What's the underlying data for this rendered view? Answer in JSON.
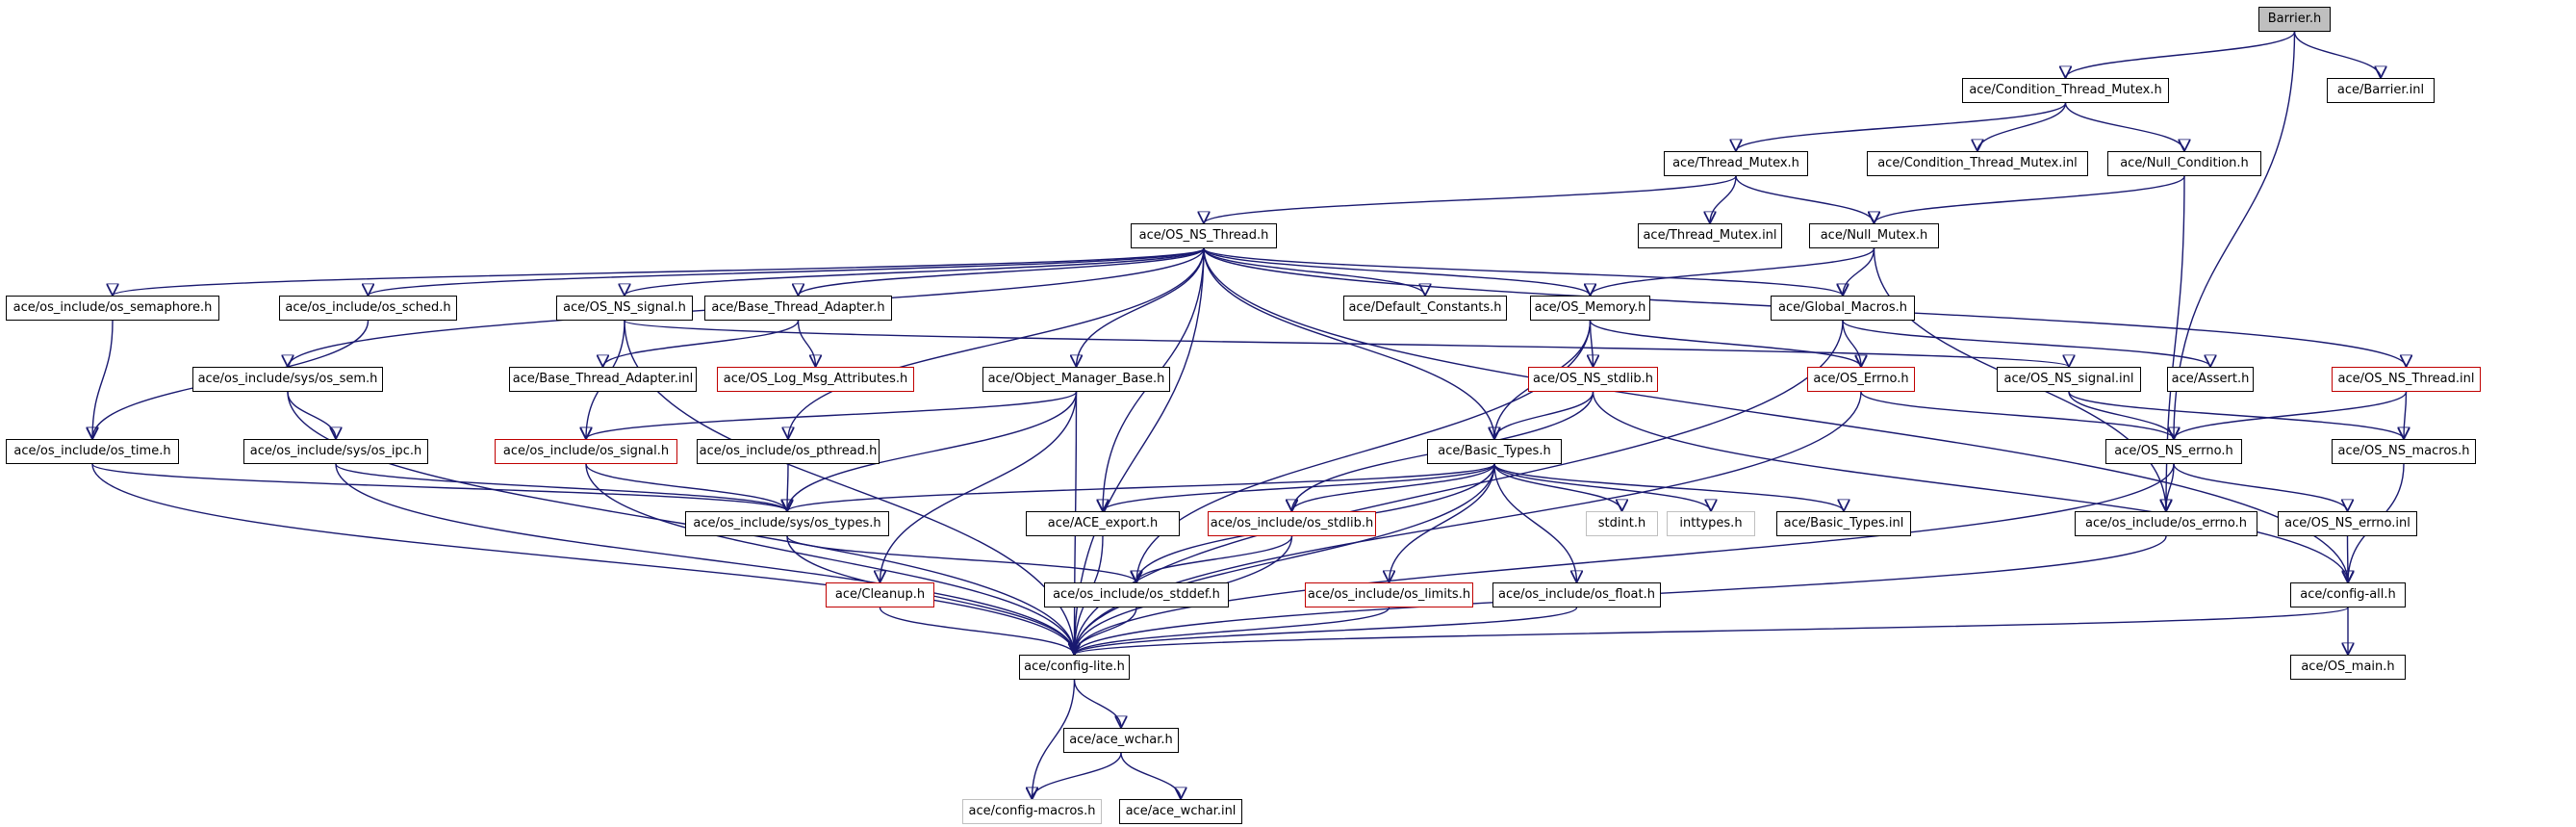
{
  "colors": {
    "edge": "#191970",
    "node_border": "#000000",
    "missing_node_border": "#c00000",
    "external_node_border": "#bfbfbf",
    "root_fill": "#bfbfbf"
  },
  "nodes": [
    {
      "id": "barrier_h",
      "label": "Barrier.h",
      "kind": "root"
    },
    {
      "id": "condition_thread_mutex_h",
      "label": "ace/Condition_Thread_Mutex.h",
      "kind": "normal"
    },
    {
      "id": "barrier_inl",
      "label": "ace/Barrier.inl",
      "kind": "normal"
    },
    {
      "id": "thread_mutex_h",
      "label": "ace/Thread_Mutex.h",
      "kind": "normal"
    },
    {
      "id": "condition_thread_mutex_inl",
      "label": "ace/Condition_Thread_Mutex.inl",
      "kind": "normal"
    },
    {
      "id": "null_condition_h",
      "label": "ace/Null_Condition.h",
      "kind": "normal"
    },
    {
      "id": "os_ns_thread_h",
      "label": "ace/OS_NS_Thread.h",
      "kind": "normal"
    },
    {
      "id": "thread_mutex_inl",
      "label": "ace/Thread_Mutex.inl",
      "kind": "normal"
    },
    {
      "id": "null_mutex_h",
      "label": "ace/Null_Mutex.h",
      "kind": "normal"
    },
    {
      "id": "os_semaphore_h",
      "label": "ace/os_include/os_semaphore.h",
      "kind": "normal"
    },
    {
      "id": "os_sched_h",
      "label": "ace/os_include/os_sched.h",
      "kind": "normal"
    },
    {
      "id": "os_ns_signal_h",
      "label": "ace/OS_NS_signal.h",
      "kind": "normal"
    },
    {
      "id": "base_thread_adapter_h",
      "label": "ace/Base_Thread_Adapter.h",
      "kind": "normal"
    },
    {
      "id": "default_constants_h",
      "label": "ace/Default_Constants.h",
      "kind": "normal"
    },
    {
      "id": "os_memory_h",
      "label": "ace/OS_Memory.h",
      "kind": "normal"
    },
    {
      "id": "global_macros_h",
      "label": "ace/Global_Macros.h",
      "kind": "normal"
    },
    {
      "id": "os_sem_h",
      "label": "ace/os_include/sys/os_sem.h",
      "kind": "normal"
    },
    {
      "id": "base_thread_adapter_inl",
      "label": "ace/Base_Thread_Adapter.inl",
      "kind": "normal"
    },
    {
      "id": "os_log_msg_attributes_h",
      "label": "ace/OS_Log_Msg_Attributes.h",
      "kind": "missing"
    },
    {
      "id": "object_manager_base_h",
      "label": "ace/Object_Manager_Base.h",
      "kind": "normal"
    },
    {
      "id": "os_ns_stdlib_h",
      "label": "ace/OS_NS_stdlib.h",
      "kind": "missing"
    },
    {
      "id": "os_errno_cap_h",
      "label": "ace/OS_Errno.h",
      "kind": "missing"
    },
    {
      "id": "os_ns_signal_inl",
      "label": "ace/OS_NS_signal.inl",
      "kind": "normal"
    },
    {
      "id": "assert_h",
      "label": "ace/Assert.h",
      "kind": "normal"
    },
    {
      "id": "os_ns_thread_inl",
      "label": "ace/OS_NS_Thread.inl",
      "kind": "missing"
    },
    {
      "id": "os_time_h",
      "label": "ace/os_include/os_time.h",
      "kind": "normal"
    },
    {
      "id": "os_ipc_h",
      "label": "ace/os_include/sys/os_ipc.h",
      "kind": "normal"
    },
    {
      "id": "os_signal_h",
      "label": "ace/os_include/os_signal.h",
      "kind": "missing"
    },
    {
      "id": "os_pthread_h",
      "label": "ace/os_include/os_pthread.h",
      "kind": "normal"
    },
    {
      "id": "basic_types_h",
      "label": "ace/Basic_Types.h",
      "kind": "normal"
    },
    {
      "id": "os_ns_errno_h",
      "label": "ace/OS_NS_errno.h",
      "kind": "normal"
    },
    {
      "id": "os_ns_macros_h",
      "label": "ace/OS_NS_macros.h",
      "kind": "normal"
    },
    {
      "id": "os_types_h",
      "label": "ace/os_include/sys/os_types.h",
      "kind": "normal"
    },
    {
      "id": "ace_export_h",
      "label": "ace/ACE_export.h",
      "kind": "normal"
    },
    {
      "id": "os_stdlib_h",
      "label": "ace/os_include/os_stdlib.h",
      "kind": "missing"
    },
    {
      "id": "stdint_h",
      "label": "stdint.h",
      "kind": "external"
    },
    {
      "id": "inttypes_h",
      "label": "inttypes.h",
      "kind": "external"
    },
    {
      "id": "basic_types_inl",
      "label": "ace/Basic_Types.inl",
      "kind": "normal"
    },
    {
      "id": "os_errno_h",
      "label": "ace/os_include/os_errno.h",
      "kind": "normal"
    },
    {
      "id": "os_ns_errno_inl",
      "label": "ace/OS_NS_errno.inl",
      "kind": "normal"
    },
    {
      "id": "cleanup_h",
      "label": "ace/Cleanup.h",
      "kind": "missing"
    },
    {
      "id": "os_stddef_h",
      "label": "ace/os_include/os_stddef.h",
      "kind": "normal"
    },
    {
      "id": "os_limits_h",
      "label": "ace/os_include/os_limits.h",
      "kind": "missing"
    },
    {
      "id": "os_float_h",
      "label": "ace/os_include/os_float.h",
      "kind": "normal"
    },
    {
      "id": "config_all_h",
      "label": "ace/config-all.h",
      "kind": "normal"
    },
    {
      "id": "config_lite_h",
      "label": "ace/config-lite.h",
      "kind": "normal"
    },
    {
      "id": "os_main_h",
      "label": "ace/OS_main.h",
      "kind": "normal"
    },
    {
      "id": "ace_wchar_h",
      "label": "ace/ace_wchar.h",
      "kind": "normal"
    },
    {
      "id": "config_macros_h",
      "label": "ace/config-macros.h",
      "kind": "external"
    },
    {
      "id": "ace_wchar_inl",
      "label": "ace/ace_wchar.inl",
      "kind": "normal"
    }
  ],
  "edges": [
    [
      "barrier_h",
      "condition_thread_mutex_h"
    ],
    [
      "barrier_h",
      "barrier_inl"
    ],
    [
      "barrier_h",
      "os_ns_errno_h"
    ],
    [
      "condition_thread_mutex_h",
      "thread_mutex_h"
    ],
    [
      "condition_thread_mutex_h",
      "condition_thread_mutex_inl"
    ],
    [
      "condition_thread_mutex_h",
      "null_condition_h"
    ],
    [
      "thread_mutex_h",
      "os_ns_thread_h"
    ],
    [
      "thread_mutex_h",
      "thread_mutex_inl"
    ],
    [
      "thread_mutex_h",
      "null_mutex_h"
    ],
    [
      "null_condition_h",
      "null_mutex_h"
    ],
    [
      "null_condition_h",
      "os_errno_h"
    ],
    [
      "null_mutex_h",
      "os_memory_h"
    ],
    [
      "null_mutex_h",
      "global_macros_h"
    ],
    [
      "null_mutex_h",
      "os_errno_h"
    ],
    [
      "os_ns_thread_h",
      "os_semaphore_h"
    ],
    [
      "os_ns_thread_h",
      "os_sched_h"
    ],
    [
      "os_ns_thread_h",
      "os_ns_signal_h"
    ],
    [
      "os_ns_thread_h",
      "base_thread_adapter_h"
    ],
    [
      "os_ns_thread_h",
      "default_constants_h"
    ],
    [
      "os_ns_thread_h",
      "os_memory_h"
    ],
    [
      "os_ns_thread_h",
      "global_macros_h"
    ],
    [
      "os_ns_thread_h",
      "os_sem_h"
    ],
    [
      "os_ns_thread_h",
      "object_manager_base_h"
    ],
    [
      "os_ns_thread_h",
      "os_ns_thread_inl"
    ],
    [
      "os_ns_thread_h",
      "os_pthread_h"
    ],
    [
      "os_ns_thread_h",
      "basic_types_h"
    ],
    [
      "os_ns_thread_h",
      "ace_export_h"
    ],
    [
      "os_ns_thread_h",
      "config_all_h"
    ],
    [
      "os_ns_thread_h",
      "config_lite_h"
    ],
    [
      "os_semaphore_h",
      "os_time_h"
    ],
    [
      "os_sched_h",
      "os_time_h"
    ],
    [
      "os_ns_signal_h",
      "os_signal_h"
    ],
    [
      "os_ns_signal_h",
      "os_ns_signal_inl"
    ],
    [
      "os_ns_signal_h",
      "config_lite_h"
    ],
    [
      "base_thread_adapter_h",
      "base_thread_adapter_inl"
    ],
    [
      "base_thread_adapter_h",
      "os_log_msg_attributes_h"
    ],
    [
      "os_memory_h",
      "os_ns_stdlib_h"
    ],
    [
      "os_memory_h",
      "os_errno_cap_h"
    ],
    [
      "os_memory_h",
      "basic_types_h"
    ],
    [
      "os_memory_h",
      "os_stddef_h"
    ],
    [
      "global_macros_h",
      "os_errno_cap_h"
    ],
    [
      "global_macros_h",
      "assert_h"
    ],
    [
      "global_macros_h",
      "config_lite_h"
    ],
    [
      "os_sem_h",
      "os_ipc_h"
    ],
    [
      "os_sem_h",
      "config_lite_h"
    ],
    [
      "os_ipc_h",
      "os_types_h"
    ],
    [
      "os_ipc_h",
      "config_lite_h"
    ],
    [
      "object_manager_base_h",
      "os_signal_h"
    ],
    [
      "object_manager_base_h",
      "cleanup_h"
    ],
    [
      "object_manager_base_h",
      "os_types_h"
    ],
    [
      "object_manager_base_h",
      "config_lite_h"
    ],
    [
      "os_ns_stdlib_h",
      "basic_types_h"
    ],
    [
      "os_ns_stdlib_h",
      "os_stdlib_h"
    ],
    [
      "os_ns_stdlib_h",
      "config_all_h"
    ],
    [
      "os_errno_cap_h",
      "os_ns_errno_h"
    ],
    [
      "os_errno_cap_h",
      "config_lite_h"
    ],
    [
      "os_ns_signal_inl",
      "os_ns_errno_h"
    ],
    [
      "os_ns_signal_inl",
      "os_ns_macros_h"
    ],
    [
      "os_ns_thread_inl",
      "os_ns_errno_h"
    ],
    [
      "os_ns_thread_inl",
      "os_ns_macros_h"
    ],
    [
      "os_time_h",
      "os_types_h"
    ],
    [
      "os_time_h",
      "config_lite_h"
    ],
    [
      "os_signal_h",
      "os_types_h"
    ],
    [
      "os_signal_h",
      "config_lite_h"
    ],
    [
      "os_pthread_h",
      "os_types_h"
    ],
    [
      "basic_types_h",
      "os_types_h"
    ],
    [
      "basic_types_h",
      "ace_export_h"
    ],
    [
      "basic_types_h",
      "os_stdlib_h"
    ],
    [
      "basic_types_h",
      "stdint_h"
    ],
    [
      "basic_types_h",
      "inttypes_h"
    ],
    [
      "basic_types_h",
      "basic_types_inl"
    ],
    [
      "basic_types_h",
      "os_stddef_h"
    ],
    [
      "basic_types_h",
      "os_limits_h"
    ],
    [
      "basic_types_h",
      "os_float_h"
    ],
    [
      "basic_types_h",
      "config_lite_h"
    ],
    [
      "os_ns_errno_h",
      "os_errno_h"
    ],
    [
      "os_ns_errno_h",
      "os_ns_errno_inl"
    ],
    [
      "os_ns_errno_h",
      "config_lite_h"
    ],
    [
      "os_ns_macros_h",
      "config_all_h"
    ],
    [
      "os_types_h",
      "os_stddef_h"
    ],
    [
      "os_types_h",
      "config_lite_h"
    ],
    [
      "ace_export_h",
      "config_lite_h"
    ],
    [
      "os_stdlib_h",
      "os_stddef_h"
    ],
    [
      "os_stdlib_h",
      "config_lite_h"
    ],
    [
      "os_errno_h",
      "config_lite_h"
    ],
    [
      "os_ns_errno_inl",
      "config_all_h"
    ],
    [
      "cleanup_h",
      "config_lite_h"
    ],
    [
      "os_stddef_h",
      "config_lite_h"
    ],
    [
      "os_limits_h",
      "config_lite_h"
    ],
    [
      "os_float_h",
      "config_lite_h"
    ],
    [
      "config_all_h",
      "config_lite_h"
    ],
    [
      "config_all_h",
      "os_main_h"
    ],
    [
      "config_lite_h",
      "ace_wchar_h"
    ],
    [
      "config_lite_h",
      "config_macros_h"
    ],
    [
      "ace_wchar_h",
      "config_macros_h"
    ],
    [
      "ace_wchar_h",
      "ace_wchar_inl"
    ]
  ]
}
